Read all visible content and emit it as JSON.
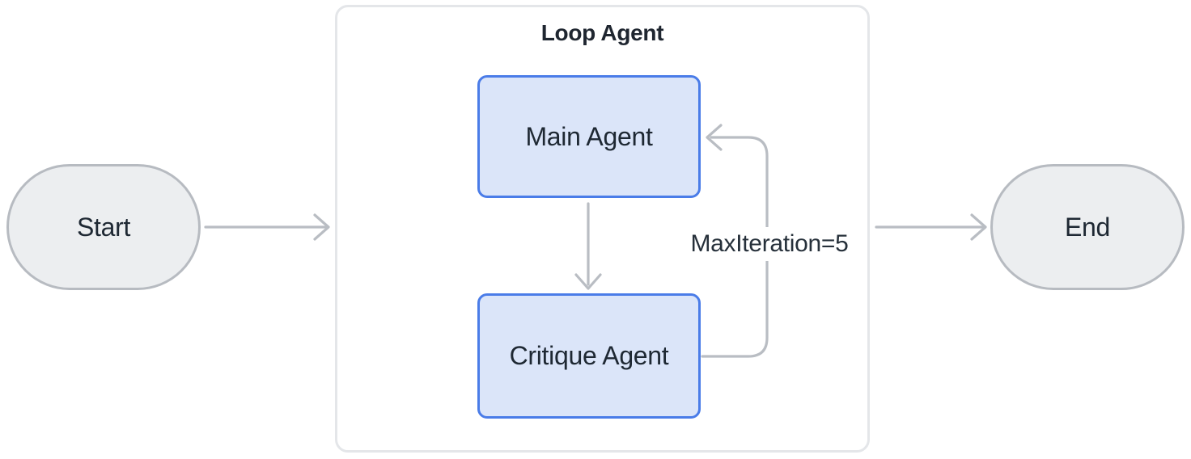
{
  "title": "Loop Agent",
  "nodes": {
    "start": {
      "label": "Start",
      "shape": "stadium"
    },
    "main_agent": {
      "label": "Main Agent",
      "shape": "rounded-rect"
    },
    "critique_agent": {
      "label": "Critique Agent",
      "shape": "rounded-rect"
    },
    "end": {
      "label": "End",
      "shape": "stadium"
    }
  },
  "edges": [
    {
      "from": "start",
      "to": "loop_agent",
      "label": ""
    },
    {
      "from": "main_agent",
      "to": "critique_agent",
      "label": ""
    },
    {
      "from": "critique_agent",
      "to": "main_agent",
      "label": "MaxIteration=5"
    },
    {
      "from": "loop_agent",
      "to": "end",
      "label": ""
    }
  ],
  "colors": {
    "agent_fill": "#dbe5f9",
    "agent_border": "#4a7ce8",
    "terminal_fill": "#eceef0",
    "terminal_border": "#b7bbc1",
    "arrow": "#b9bdc3",
    "container_border": "#e4e6e9",
    "text": "#1e2833"
  }
}
